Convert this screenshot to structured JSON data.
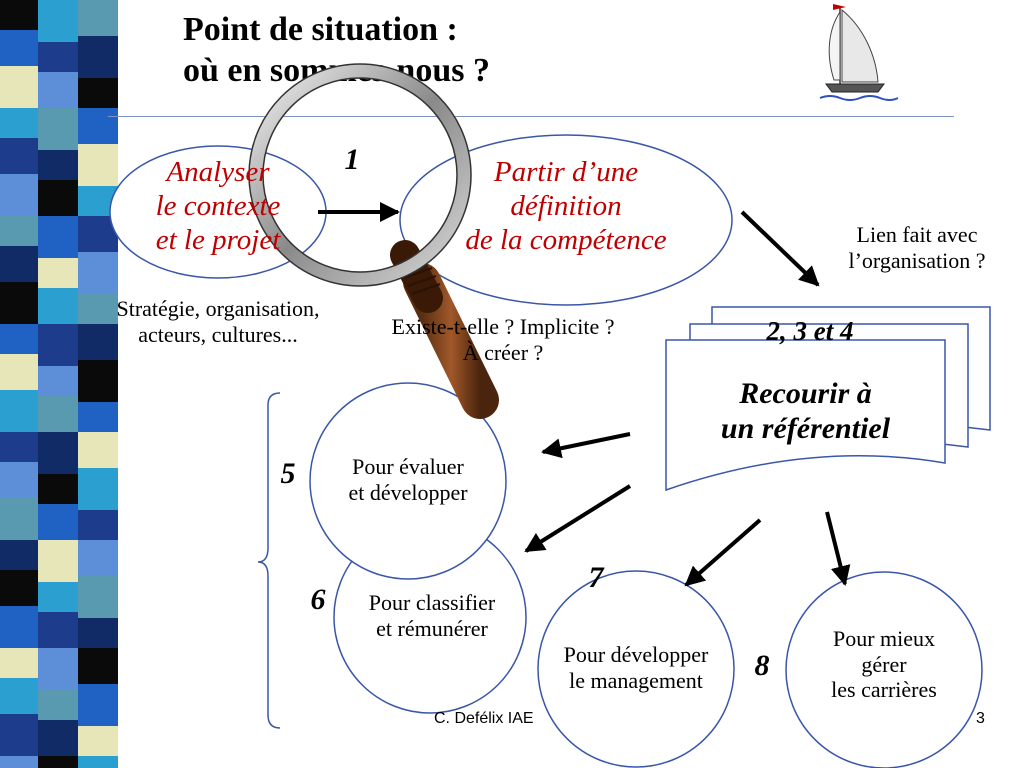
{
  "title": "Point de situation :\noù en sommes-nous ?",
  "colors": {
    "accent_red": "#c00000",
    "divider_blue": "#7f93c8",
    "ellipse_stroke": "#3a56a8"
  },
  "steps": {
    "analyse": {
      "label": "Analyser\nle contexte\net le projet",
      "note": "Stratégie, organisation,\nacteurs, cultures..."
    },
    "definition": {
      "number": "1",
      "label": "Partir d’une\ndéfinition\nde la compétence",
      "note": "Existe-t-elle ? Implicite ?\nÀ créer ?"
    },
    "organisation_link": "Lien fait avec\nl’organisation ?",
    "referentiel": {
      "number": "2, 3 et 4",
      "label": "Recourir à\nun référentiel"
    },
    "uses": [
      {
        "number": "5",
        "label": "Pour évaluer\net développer"
      },
      {
        "number": "6",
        "label": "Pour classifier\net rémunérer"
      },
      {
        "number": "7",
        "label": "Pour développer\nle management"
      },
      {
        "number": "8",
        "label": "Pour mieux\ngérer\nles carrières"
      }
    ]
  },
  "icons": {
    "magnifier": "magnifying-glass-icon",
    "sailboat": "sailboat-icon"
  },
  "footer": {
    "author": "C. Defélix IAE",
    "page": "3"
  }
}
